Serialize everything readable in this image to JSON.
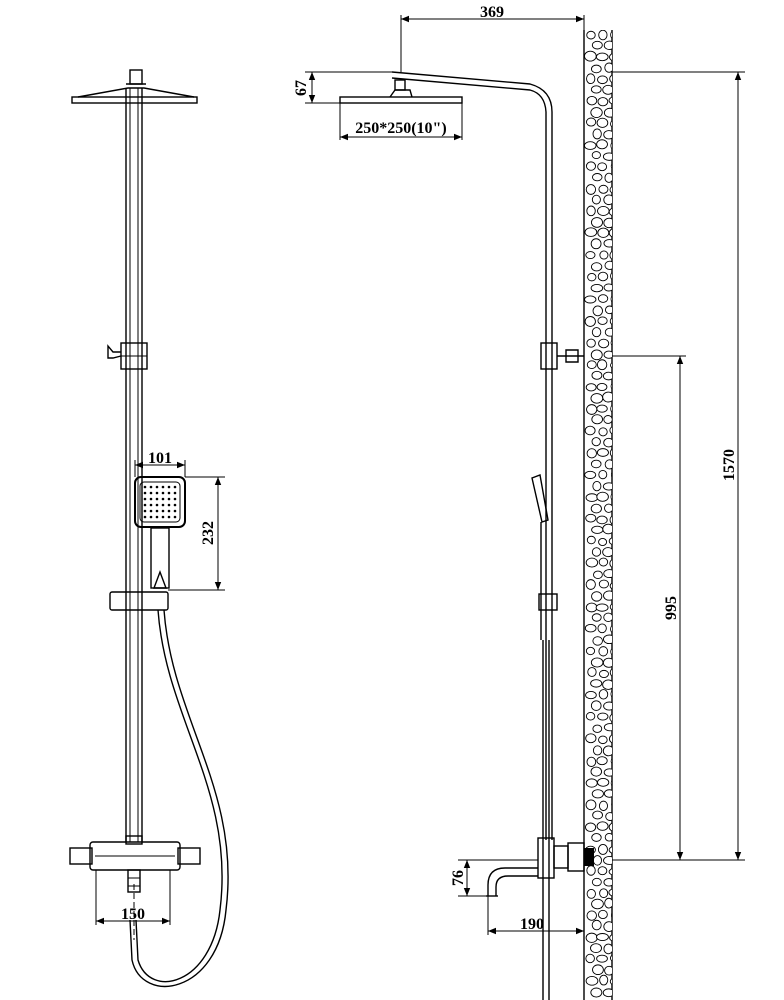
{
  "dimensions": {
    "overhang": "369",
    "head_height": "67",
    "head_size": "250*250(10\")",
    "hand_width": "101",
    "hand_height": "232",
    "total_height": "1570",
    "bracket_height": "995",
    "mixer_width": "150",
    "spout_height": "76",
    "spout_reach": "190"
  },
  "colors": {
    "line": "#000000",
    "background": "#ffffff"
  }
}
